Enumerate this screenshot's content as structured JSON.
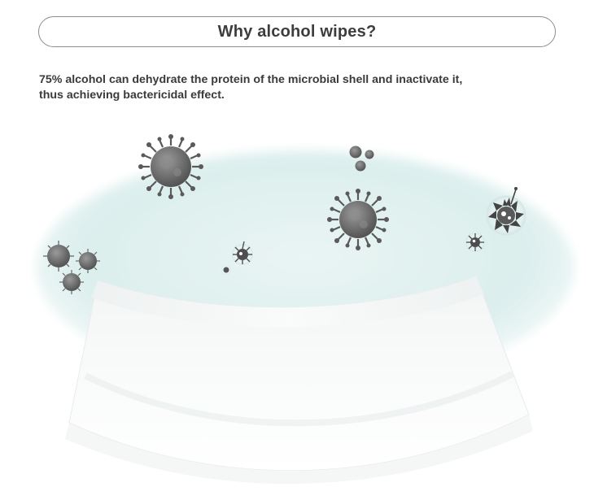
{
  "header": {
    "title": "Why alcohol wipes?"
  },
  "description": {
    "line1": "75% alcohol can dehydrate the protein of the microbial shell and inactivate it,",
    "line2": "thus achieving bactericidal effect."
  },
  "colors": {
    "title_border": "#8c8c8c",
    "title_text": "#3d3d3d",
    "body_text": "#3a3a3a",
    "mist": "#d4ecea",
    "wipe": "#f7f8f8",
    "virus": "#6e6e6e"
  },
  "illustration": {
    "icons": [
      "alcohol-mist-icon",
      "wet-wipe-icon",
      "virus-icon",
      "bacteria-icon"
    ]
  }
}
